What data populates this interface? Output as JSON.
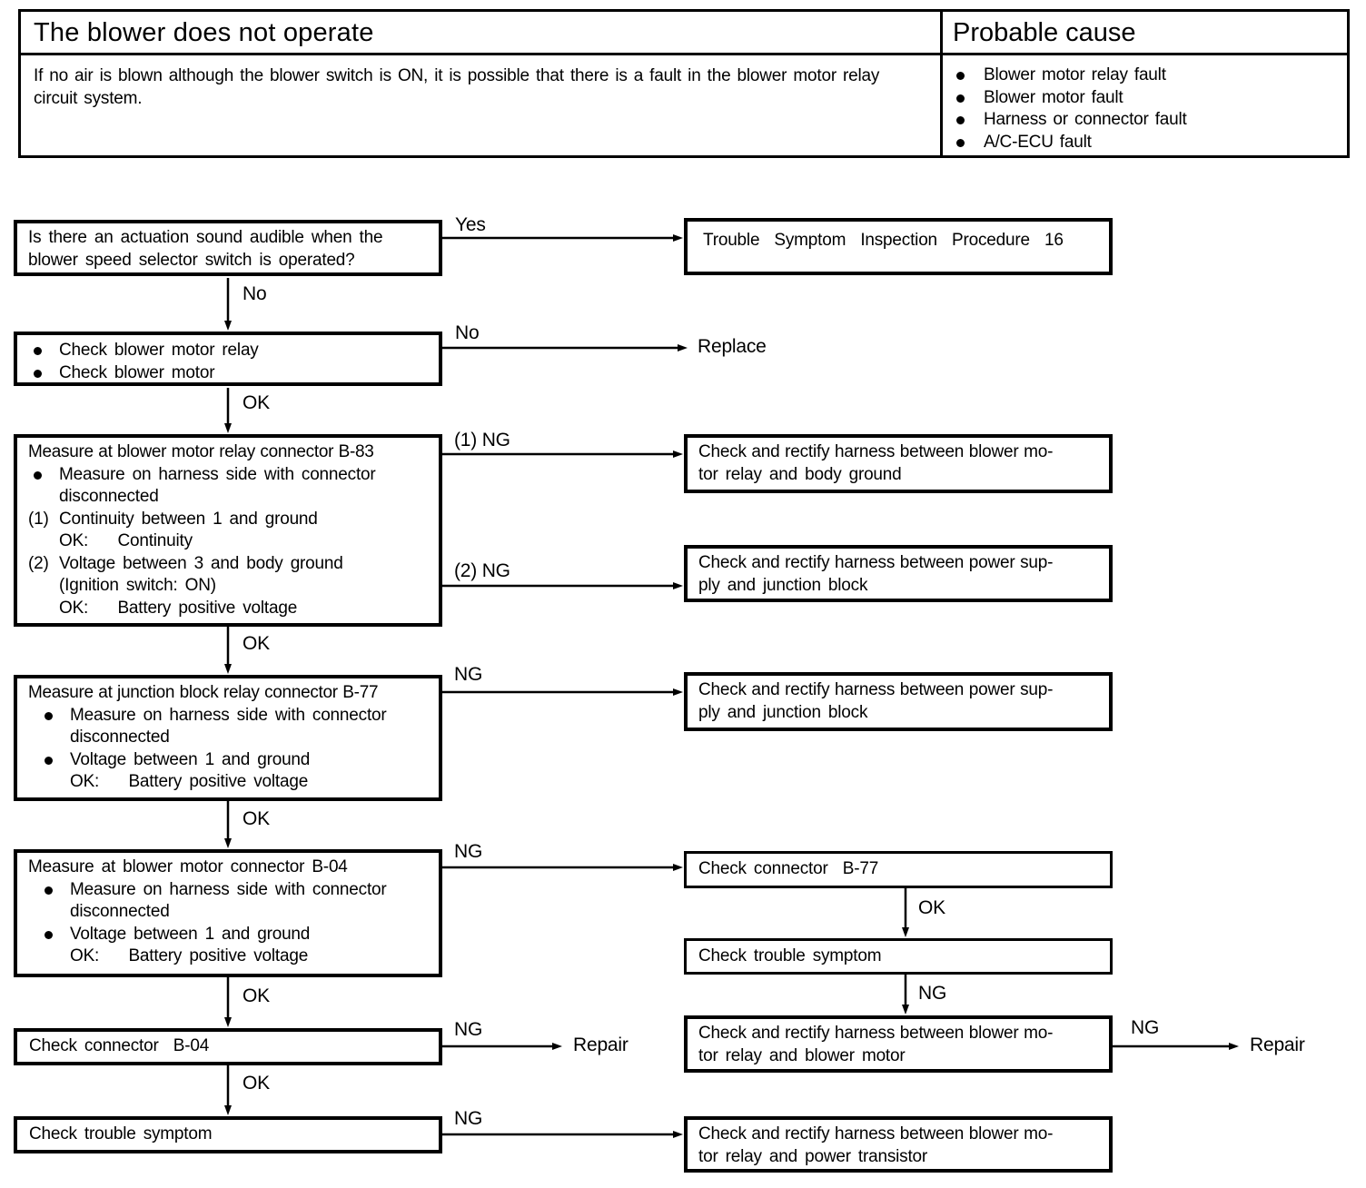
{
  "header": {
    "symptom_title": "The blower does not operate",
    "symptom_description": "If no air is blown although the blower switch is ON, it is possible that there is a fault in the blower motor relay circuit system.",
    "cause_title": "Probable cause",
    "causes": [
      "Blower motor relay fault",
      "Blower motor fault",
      "Harness or connector fault",
      "A/C-ECU fault"
    ]
  },
  "labels": {
    "yes": "Yes",
    "no": "No",
    "ok": "OK",
    "ng": "NG",
    "ng1": "(1) NG",
    "ng2": "(2) NG",
    "repair": "Repair",
    "replace": "Replace"
  },
  "boxes": {
    "q_actuation": {
      "text": "Is there an actuation sound audible when the blower speed selector switch is operated?"
    },
    "trouble_symptom_16": {
      "text": "Trouble Symptom Inspection Procedure 16"
    },
    "check_relay_motor": {
      "item1": "Check blower motor relay",
      "item2": "Check blower motor"
    },
    "measure_b83": {
      "title": "Measure at blower motor relay connector B-83",
      "bullet": "Measure on harness side with connector disconnected",
      "step1_num": "(1)",
      "step1": "Continuity between 1 and ground",
      "step1_ok": "OK:    Continuity",
      "step2_num": "(2)",
      "step2": "Voltage between 3 and body ground",
      "step2_cond": "(Ignition switch: ON)",
      "step2_ok": "OK:    Battery positive voltage"
    },
    "rectify_relay_body_ground": {
      "line1": "Check and rectify harness between blower mo-",
      "line2": "tor relay and body ground"
    },
    "rectify_power_junction_1": {
      "line1": "Check and rectify harness between power sup-",
      "line2": "ply and junction block"
    },
    "measure_b77": {
      "title": "Measure at junction block relay connector B-77",
      "bullet1": "Measure on harness side with connector disconnected",
      "bullet2": "Voltage between 1 and ground",
      "ok_line": "OK:    Battery positive voltage"
    },
    "rectify_power_junction_2": {
      "line1": "Check and rectify harness between power sup-",
      "line2": "ply and junction block"
    },
    "measure_b04": {
      "title": "Measure at blower motor connector B-04",
      "bullet1": "Measure on harness side with connector disconnected",
      "bullet2": "Voltage between 1 and ground",
      "ok_line": "OK:    Battery positive voltage"
    },
    "check_conn_b77": {
      "text": "Check connector  B-77"
    },
    "check_trouble_right": {
      "text": "Check trouble symptom"
    },
    "rectify_relay_blower_motor": {
      "line1": "Check and rectify harness between blower mo-",
      "line2": "tor relay and blower motor"
    },
    "check_conn_b04": {
      "text": "Check connector  B-04"
    },
    "check_trouble_left": {
      "text": "Check trouble symptom"
    },
    "rectify_relay_power_transistor": {
      "line1": "Check and rectify harness between blower mo-",
      "line2": "tor relay and power transistor"
    }
  }
}
